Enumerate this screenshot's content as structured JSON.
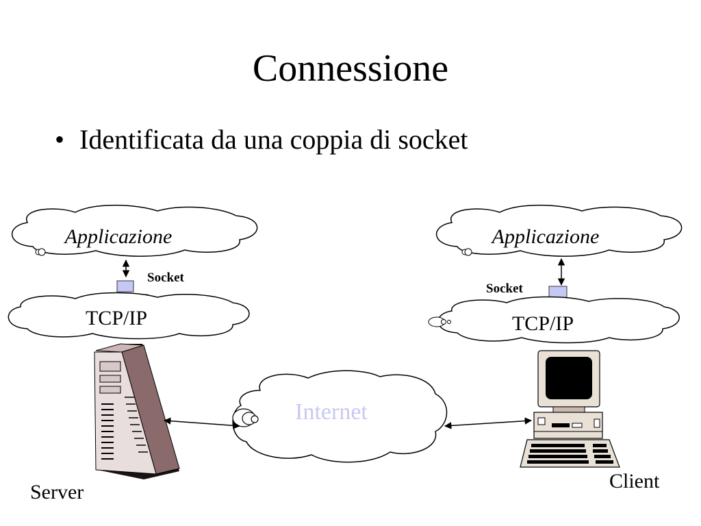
{
  "slide": {
    "title": "Connessione",
    "bullet": "Identificata da una coppia di socket"
  },
  "server": {
    "application": "Applicazione",
    "socket": "Socket",
    "stack": "TCP/IP",
    "label": "Server"
  },
  "client": {
    "application": "Applicazione",
    "socket": "Socket",
    "stack": "TCP/IP",
    "label": "Client"
  },
  "network": {
    "label": "Internet"
  },
  "colors": {
    "internet_text": "#c8c8f2",
    "socket_fill": "#c6c8f4",
    "computer_beige": "#e9e0d6",
    "computer_shadow": "#8a6a6a"
  },
  "icons": {
    "server": "server-tower-icon",
    "client": "desktop-computer-icon",
    "network": "internet-cloud-icon"
  }
}
